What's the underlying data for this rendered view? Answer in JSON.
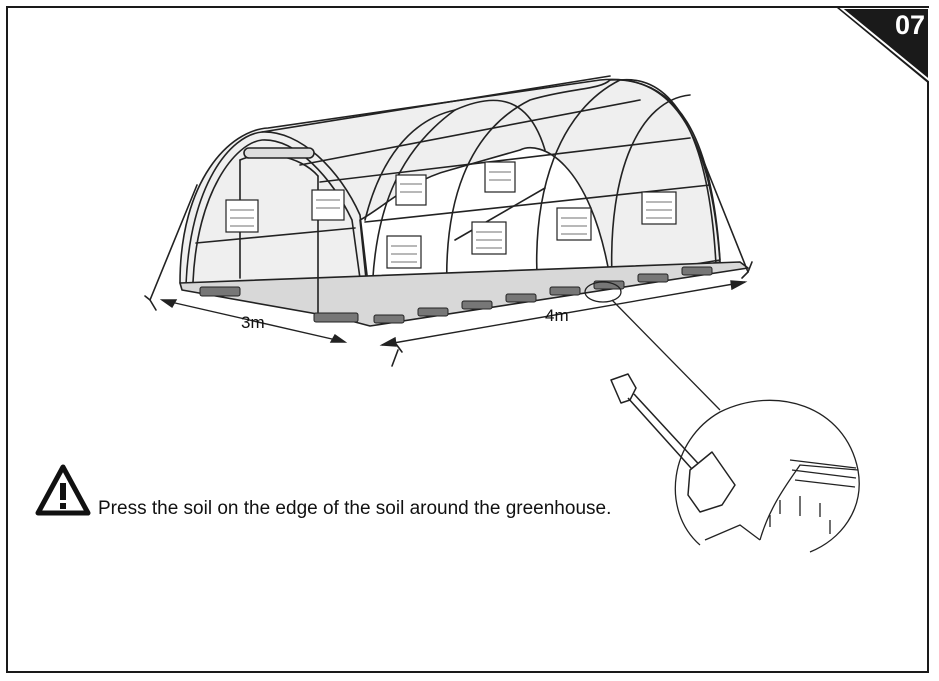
{
  "step": {
    "number": "07"
  },
  "dimensions": {
    "width_label": "3m",
    "length_label": "4m"
  },
  "instruction": {
    "text": "Press the soil on the edge of the soil around the greenhouse."
  },
  "icons": {
    "warning": "warning-triangle-icon",
    "tool": "shovel-icon"
  },
  "colors": {
    "badge": "#1a1a1a",
    "line": "#222222",
    "cover": "#eeeeee"
  }
}
